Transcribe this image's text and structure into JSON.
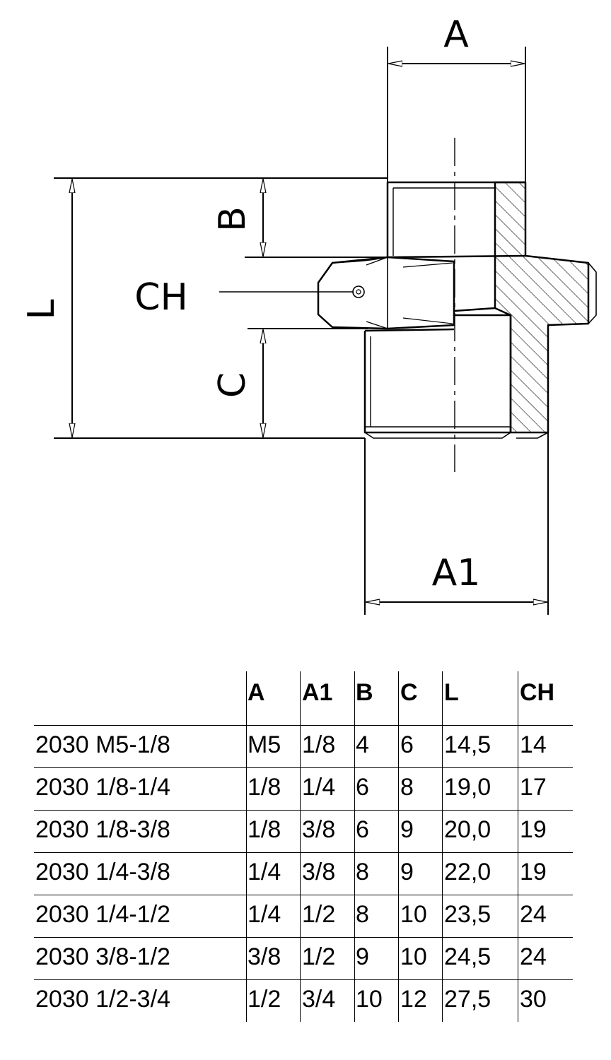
{
  "drawing": {
    "labels": {
      "A": "A",
      "A1": "A1",
      "B": "B",
      "C": "C",
      "L": "L",
      "CH": "CH"
    }
  },
  "table": {
    "headers": [
      "",
      "A",
      "A1",
      "B",
      "C",
      "L",
      "CH"
    ],
    "rows": [
      [
        "2030 M5-1/8",
        "M5",
        "1/8",
        "4",
        "6",
        "14,5",
        "14"
      ],
      [
        "2030 1/8-1/4",
        "1/8",
        "1/4",
        "6",
        "8",
        "19,0",
        "17"
      ],
      [
        "2030 1/8-3/8",
        "1/8",
        "3/8",
        "6",
        "9",
        "20,0",
        "19"
      ],
      [
        "2030 1/4-3/8",
        "1/4",
        "3/8",
        "8",
        "9",
        "22,0",
        "19"
      ],
      [
        "2030 1/4-1/2",
        "1/4",
        "1/2",
        "8",
        "10",
        "23,5",
        "24"
      ],
      [
        "2030 3/8-1/2",
        "3/8",
        "1/2",
        "9",
        "10",
        "24,5",
        "24"
      ],
      [
        "2030 1/2-3/4",
        "1/2",
        "3/4",
        "10",
        "12",
        "27,5",
        "30"
      ]
    ]
  }
}
